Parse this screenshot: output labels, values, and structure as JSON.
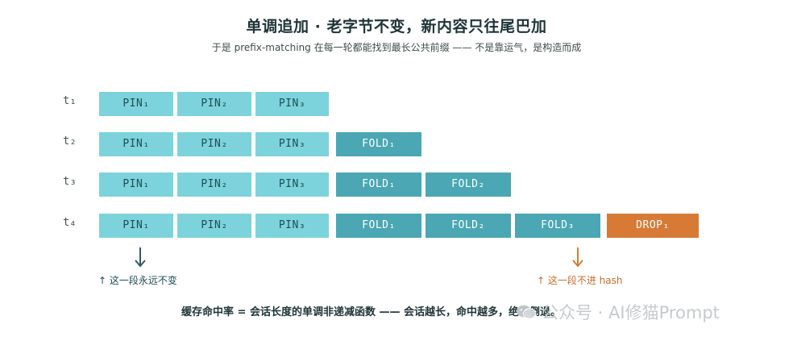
{
  "title": "单调追加 · 老字节不变，新内容只往尾巴加",
  "subtitle": "于是 prefix-matching 在每一轮都能找到最长公共前缀 —— 不是靠运气，是构造而成",
  "rows": [
    {
      "label": "t₁",
      "blocks": [
        "PIN₁",
        "PIN₂",
        "PIN₃"
      ]
    },
    {
      "label": "t₂",
      "blocks": [
        "PIN₁",
        "PIN₂",
        "PIN₃",
        "FOLD₁"
      ]
    },
    {
      "label": "t₃",
      "blocks": [
        "PIN₁",
        "PIN₂",
        "PIN₃",
        "FOLD₁",
        "FOLD₂"
      ]
    },
    {
      "label": "t₄",
      "blocks": [
        "PIN₁",
        "PIN₂",
        "PIN₃",
        "FOLD₁",
        "FOLD₂",
        "FOLD₃",
        "DROP₁"
      ]
    }
  ],
  "notes": {
    "left": "↑ 这一段永远不变",
    "right": "↑ 这一段不进 hash"
  },
  "footer": "缓存命中率 = 会话长度的单调非递减函数 —— 会话越长，命中越多，绝不倒退。",
  "watermark": "公众号 · AI修猫Prompt",
  "colors": {
    "pin": "#7dd3db",
    "fold": "#4aa7b3",
    "drop": "#d77a36",
    "arrow_left": "#2f5a61",
    "arrow_right": "#d77a36"
  }
}
